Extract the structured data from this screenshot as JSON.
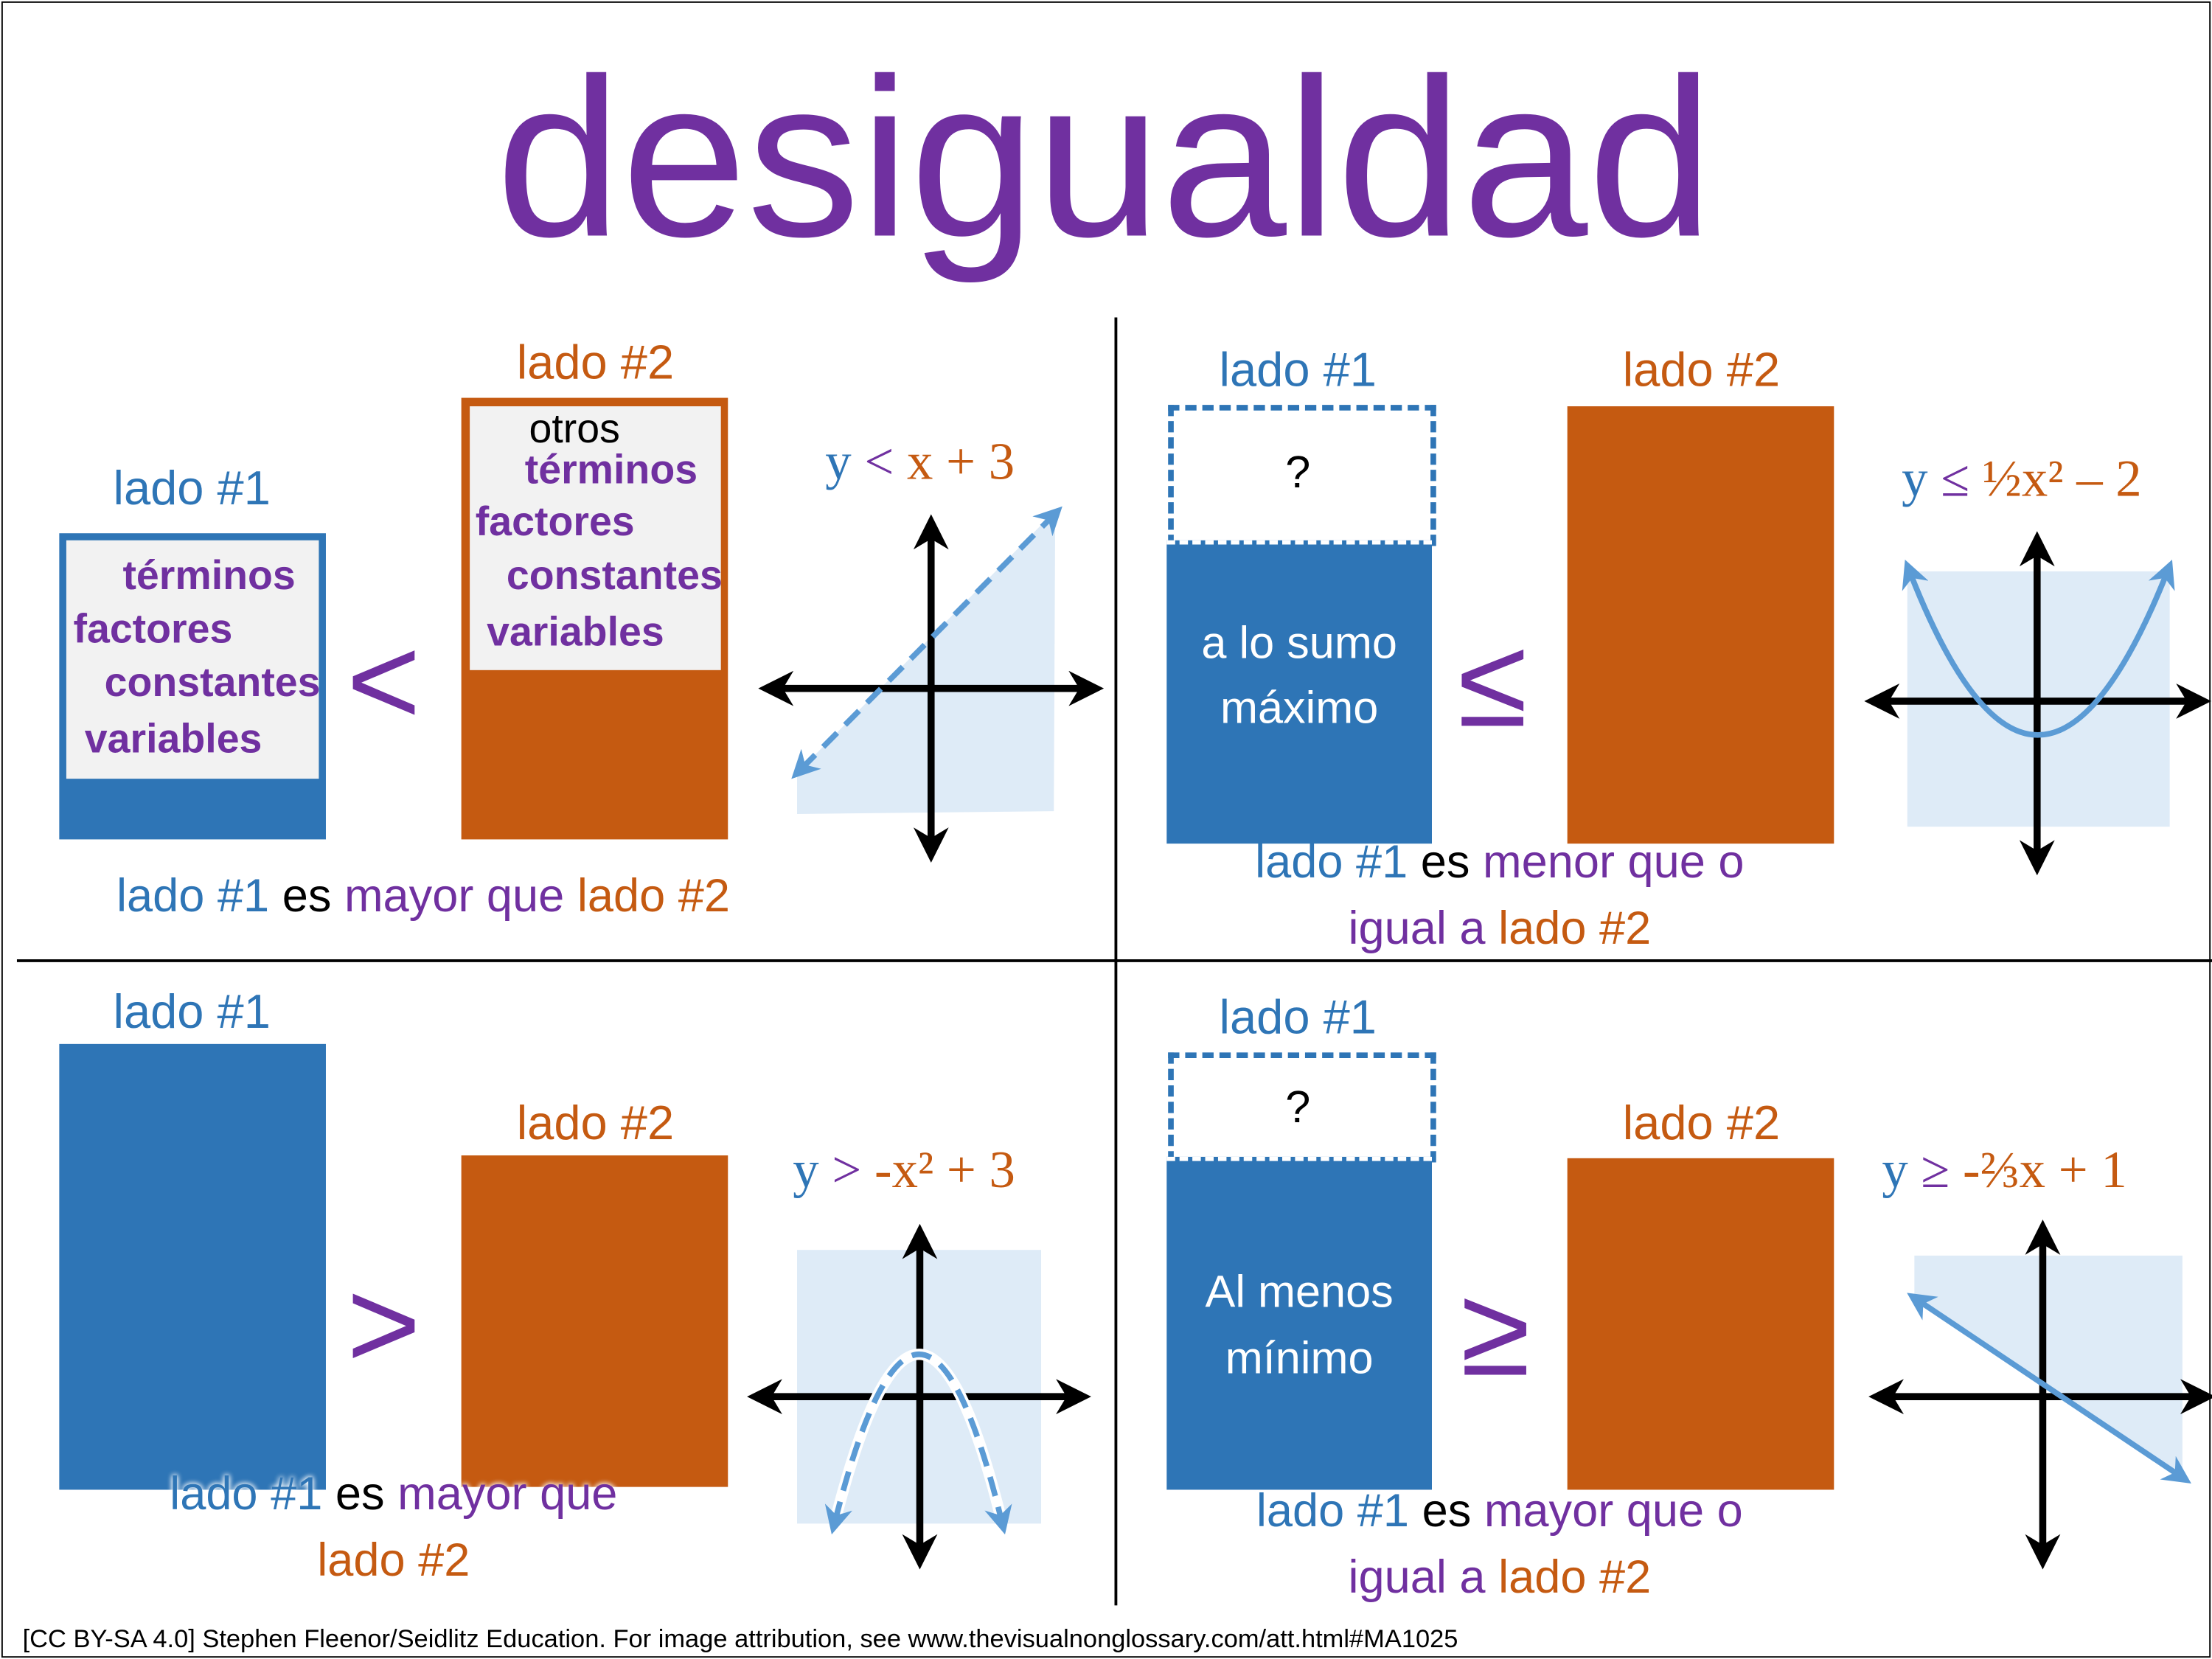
{
  "title": "desigualdad",
  "colors": {
    "side1": "#2E75B6",
    "side2": "#C55A11",
    "accent": "#7030A0",
    "shade": "#DEEBF7",
    "line": "#5B9BD5"
  },
  "q1": {
    "side1_label": "lado #1",
    "side2_label": "lado #2",
    "symbol": "<",
    "side1_terms": [
      "términos",
      "factores",
      "constantes",
      "variables"
    ],
    "side2_other": "otros",
    "side2_terms": [
      "términos",
      "factores",
      "constantes",
      "variables"
    ],
    "eq": {
      "y": "y",
      "op": "<",
      "rhs": "x + 3"
    },
    "sentence": {
      "a": "lado #1",
      "b": "es",
      "c": "mayor que",
      "d": "lado #2"
    }
  },
  "q2": {
    "side1_label": "lado #1",
    "side2_label": "lado #2",
    "symbol": "≤",
    "unknown": "?",
    "side1_text": [
      "a lo sumo",
      "máximo"
    ],
    "eq": {
      "y": "y",
      "op": "≤",
      "rhs": "½x² – 2"
    },
    "sentence": {
      "a": "lado #1",
      "b": "es",
      "c": "menor que o",
      "d": "igual a",
      "e": "lado #2"
    }
  },
  "q3": {
    "side1_label": "lado #1",
    "side2_label": "lado #2",
    "symbol": ">",
    "eq": {
      "y": "y",
      "op": ">",
      "rhs": "-x² + 3"
    },
    "sentence": {
      "a": "lado #1",
      "b": "es",
      "c": "mayor que",
      "d": "lado #2"
    }
  },
  "q4": {
    "side1_label": "lado #1",
    "side2_label": "lado #2",
    "symbol": "≥",
    "unknown": "?",
    "side1_text": [
      "Al menos",
      "mínimo"
    ],
    "eq": {
      "y": "y",
      "op": "≥",
      "rhs": "-⅔x + 1"
    },
    "sentence": {
      "a": "lado #1",
      "b": "es",
      "c": "mayor que o",
      "d": "igual a",
      "e": "lado #2"
    }
  },
  "footer": "[CC BY-SA 4.0] Stephen Fleenor/Seidlitz Education.  For image attribution, see www.thevisualnonglossary.com/att.html#MA1025"
}
